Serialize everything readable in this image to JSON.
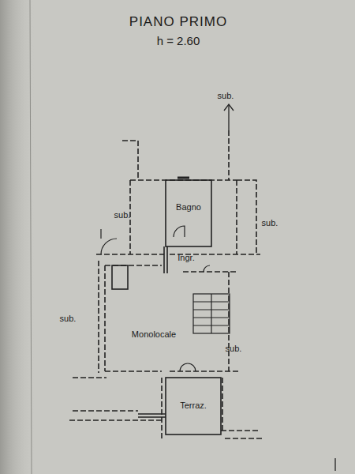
{
  "diagram": {
    "title": "PIANO PRIMO",
    "nodes": [
      {
        "text": [
          "Bagno"
        ]
      },
      {
        "text": [
          "Ingr."
        ]
      },
      {
        "text": [
          "Monolocale"
        ]
      },
      {
        "text": [
          "Terraz."
        ]
      }
    ],
    "labels": [
      "h = 2.60",
      "sub.",
      "sub.",
      "sub.",
      "sub.",
      "sub."
    ]
  }
}
